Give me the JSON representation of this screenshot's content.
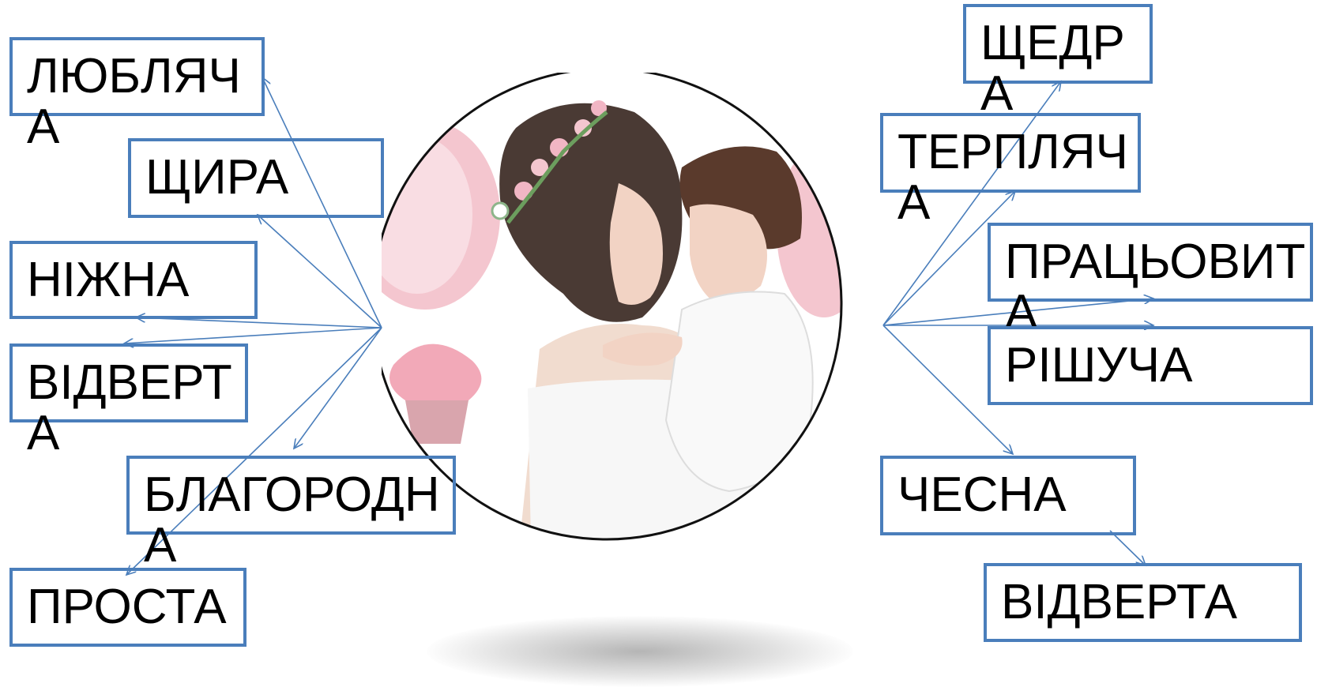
{
  "left_words": [
    {
      "id": "lyublyacha",
      "text": "ЛЮБЛЯЧА"
    },
    {
      "id": "shchyra",
      "text": "ЩИРА"
    },
    {
      "id": "nizhna",
      "text": "НІЖНА"
    },
    {
      "id": "vidverta-left",
      "text": "ВІДВЕРТА"
    },
    {
      "id": "blahorodna",
      "text": "БЛАГОРОДНА"
    },
    {
      "id": "prosta",
      "text": "ПРОСТА"
    }
  ],
  "right_words": [
    {
      "id": "shchedra",
      "text": "ЩЕДРА"
    },
    {
      "id": "terplyacha",
      "text": "ТЕРПЛЯЧА"
    },
    {
      "id": "pratsovyta",
      "text": "ПРАЦЬОВИТА"
    },
    {
      "id": "rishucha",
      "text": "РІШУЧА"
    },
    {
      "id": "chesna",
      "text": "ЧЕСНА"
    },
    {
      "id": "vidverta-right",
      "text": "ВІДВЕРТА"
    }
  ],
  "colors": {
    "box_border": "#4a7ebb",
    "connector": "#4a7ebb",
    "text": "#000000",
    "circle_border": "#111111",
    "balloon_pink": "#f4c6cf",
    "hair": "#4a3a34",
    "dress": "#f7f7f7"
  },
  "image": {
    "description_icon": "mother-and-son-illustration"
  }
}
